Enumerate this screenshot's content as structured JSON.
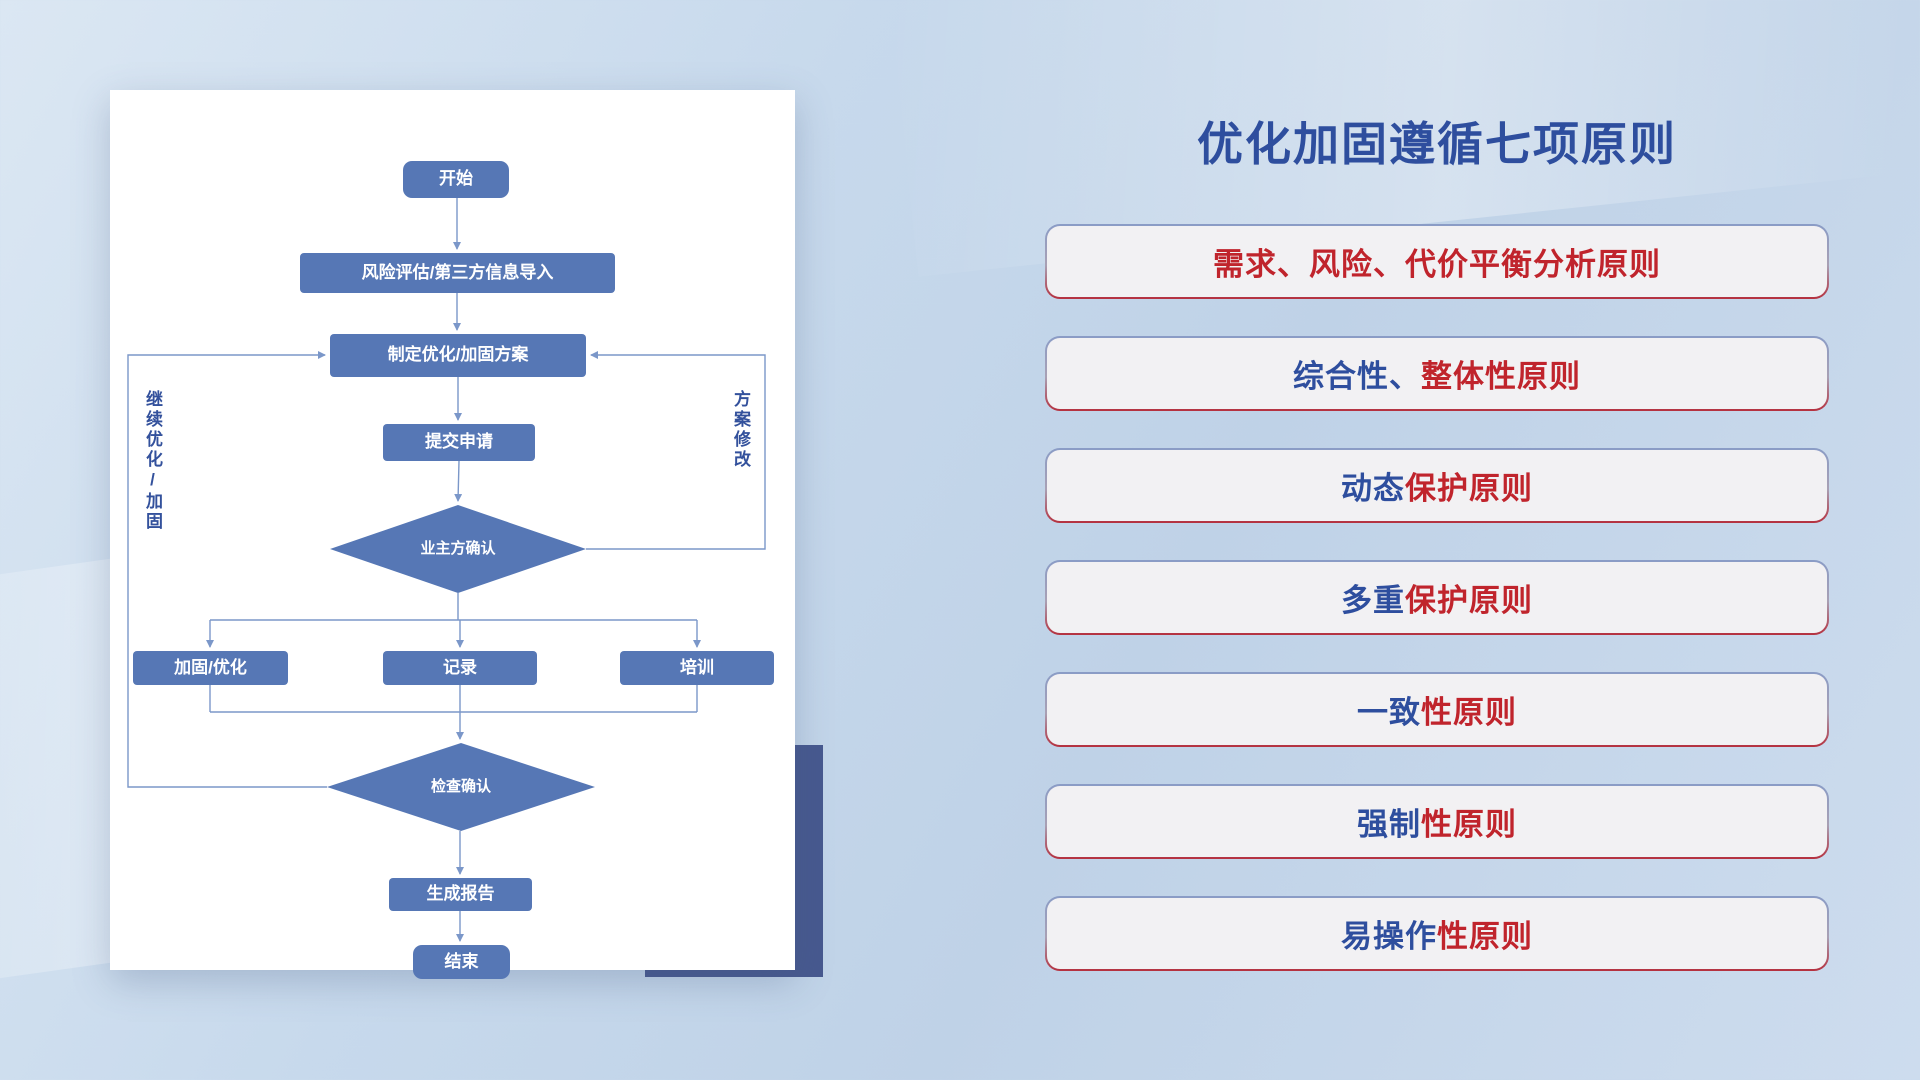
{
  "title": "优化加固遵循七项原则",
  "principles": [
    {
      "blue": "",
      "red": "需求、风险、代价平衡分析原则"
    },
    {
      "blue": "综合性、",
      "red": "整体性原则"
    },
    {
      "blue": "动态",
      "red": "保护原则"
    },
    {
      "blue": "多重",
      "red": "保护原则"
    },
    {
      "blue": "一致",
      "red": "性原则"
    },
    {
      "blue": "强制",
      "red": "性原则"
    },
    {
      "blue": "易操作",
      "red": "性原则"
    }
  ],
  "flowchart": {
    "nodes": {
      "start": "开始",
      "risk_import": "风险评估/第三方信息导入",
      "plan": "制定优化/加固方案",
      "submit": "提交申请",
      "owner_confirm": "业主方确认",
      "reinforce": "加固/优化",
      "record": "记录",
      "training": "培训",
      "check_confirm": "检查确认",
      "report": "生成报告",
      "end": "结束"
    },
    "side_labels": {
      "left": "继续优化/加固",
      "right": "方案修改"
    }
  },
  "colors": {
    "accent_blue": "#2e4e9e",
    "accent_red": "#c0242c",
    "node_fill": "#5677b5",
    "connector": "#7b97c9",
    "accent_block": "#47598f",
    "background": "#c7d9ec"
  }
}
